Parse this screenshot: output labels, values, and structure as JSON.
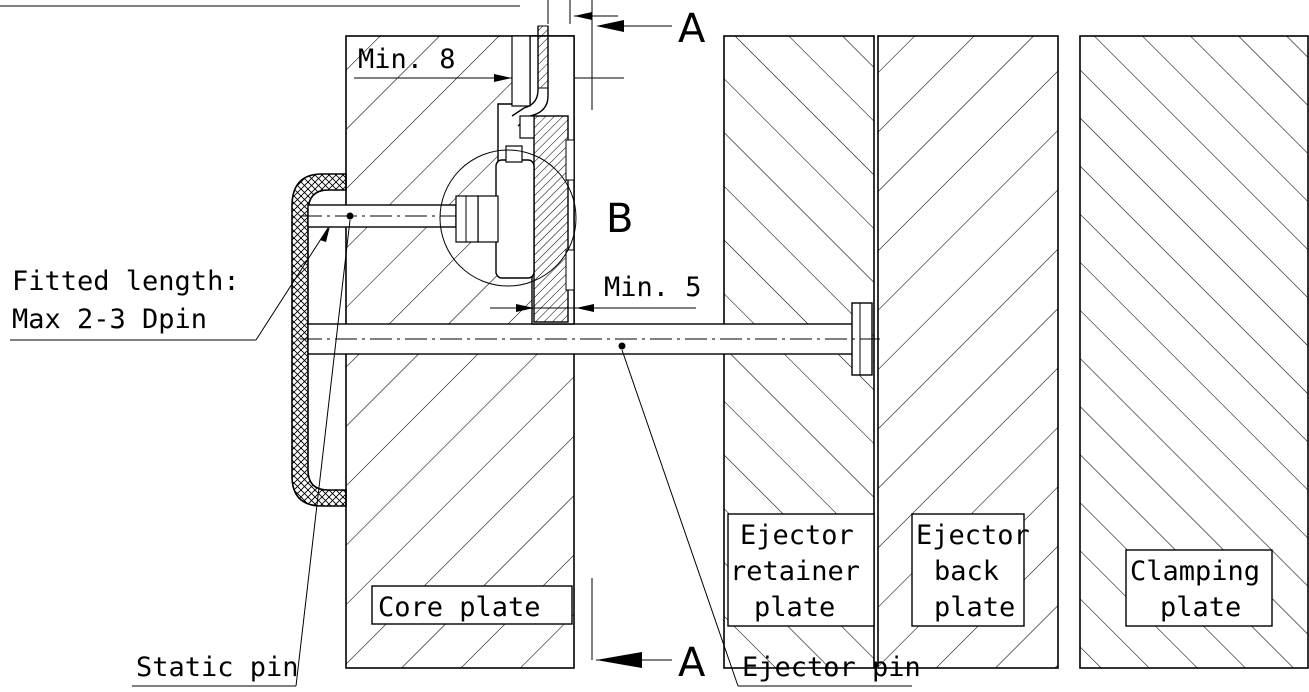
{
  "labels": {
    "min_8": "Min. 8",
    "min_5": "Min. 5",
    "section_a_top": "A",
    "section_a_bottom": "A",
    "detail_b": "B",
    "fitted_length_1": "Fitted length:",
    "fitted_length_2": "Max 2-3 Dpin",
    "core_plate": "Core plate",
    "ejector_retainer_1": "Ejector",
    "ejector_retainer_2": "retainer",
    "ejector_retainer_3": "plate",
    "ejector_back_1": "Ejector",
    "ejector_back_2": "back",
    "ejector_back_3": "plate",
    "clamping_1": "Clamping",
    "clamping_2": "plate",
    "static_pin": "Static pin",
    "ejector_pin": "Ejector pin"
  },
  "colors": {
    "line": "#000000",
    "background": "#ffffff"
  }
}
